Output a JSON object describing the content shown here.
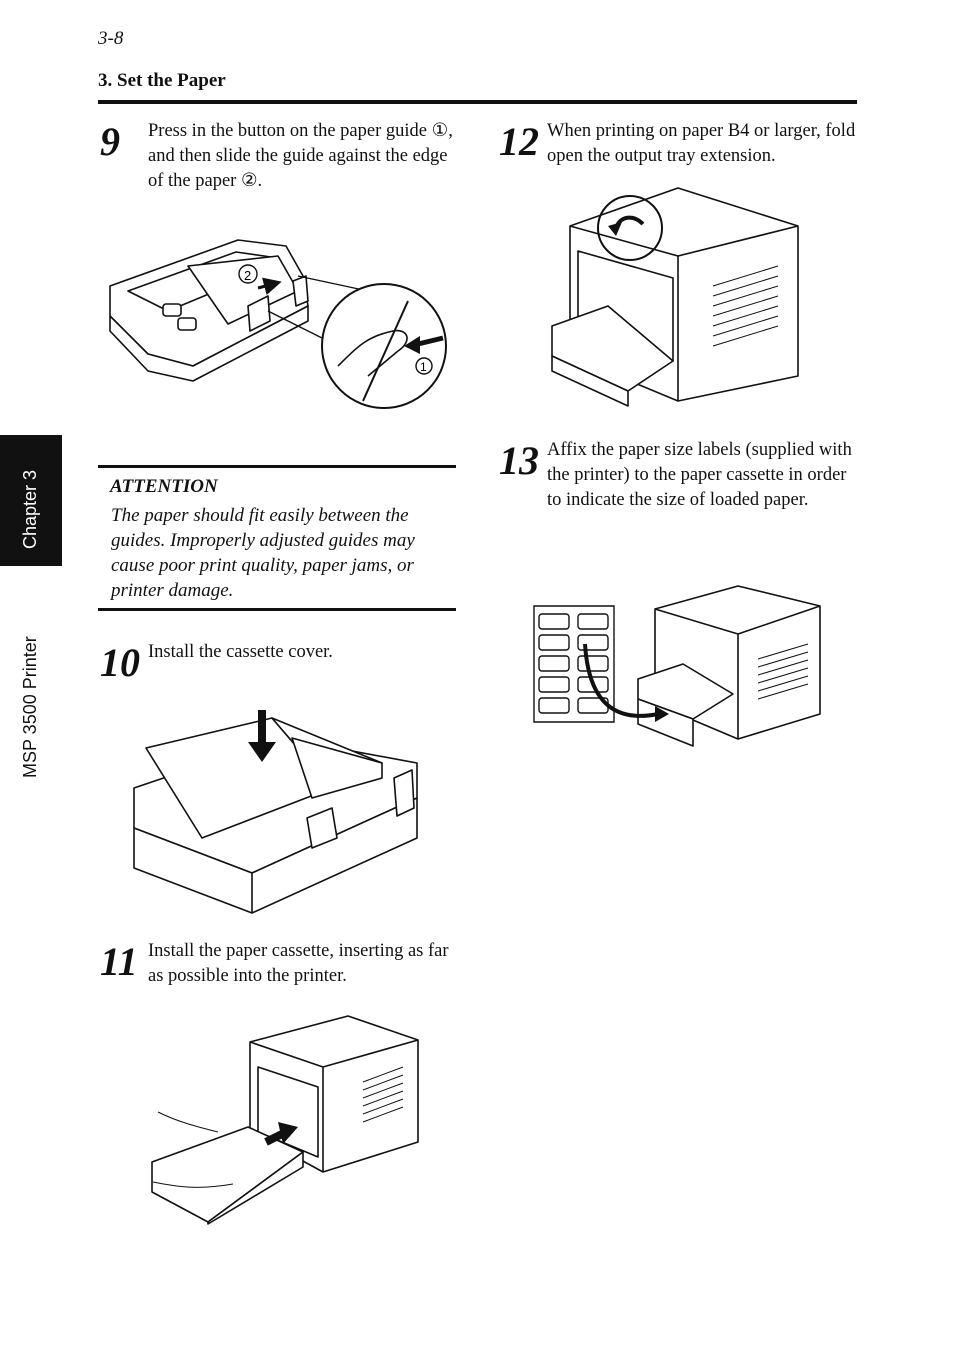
{
  "header": {
    "page_number": "3-8",
    "section_title": "3. Set the Paper"
  },
  "side_tab": {
    "chapter": "Chapter 3",
    "product": "MSP 3500 Printer"
  },
  "steps": [
    {
      "number": "9",
      "text": "Press in the button on the paper guide ①, and then slide the guide against the edge of the paper ②."
    },
    {
      "number": "10",
      "text": "Install the cassette cover."
    },
    {
      "number": "11",
      "text": "Install the paper cassette, inserting as far as possible into the printer."
    },
    {
      "number": "12",
      "text": "When printing on paper B4 or larger, fold open the output tray extension."
    },
    {
      "number": "13",
      "text": "Affix the paper size labels (supplied with the printer) to the paper cassette in order to indicate the size of loaded paper."
    }
  ],
  "attention": {
    "title": "ATTENTION",
    "body": "The paper should fit easily between the guides. Improperly adjusted guides may cause poor print quality, paper jams, or printer damage."
  },
  "figure_labels": {
    "callout_1": "1",
    "callout_2": "2"
  }
}
